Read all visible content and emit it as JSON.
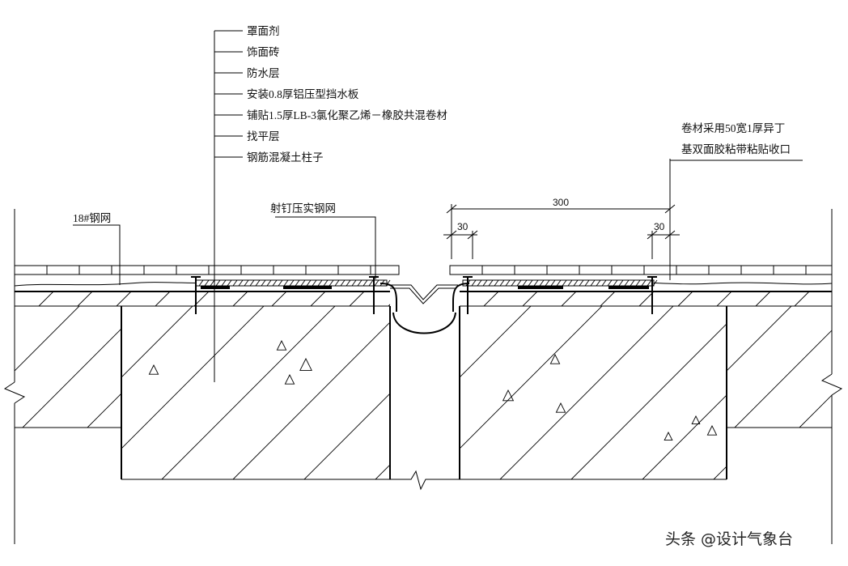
{
  "layer_labels": [
    "罩面剂",
    "饰面砖",
    "防水层",
    "安装0.8厚铝压型挡水板",
    "铺贴1.5厚LB-3氯化聚乙烯－橡胶共混卷材",
    "找平层",
    "钢筋混凝土柱子"
  ],
  "right_note": [
    "卷材采用50宽1厚异丁",
    "基双面胶粘带粘贴收口"
  ],
  "mesh_label": "18#钢网",
  "nail_label": "射钉压实钢网",
  "dimensions": {
    "overall": "300",
    "left_edge": "30",
    "right_edge": "30"
  },
  "watermark": "头条 @设计气象台"
}
